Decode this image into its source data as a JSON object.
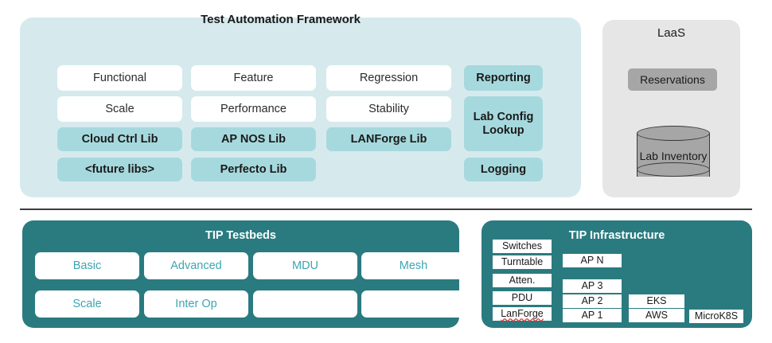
{
  "diagram": {
    "title_hidden": "TIP Test Automation Architecture"
  },
  "test_automation_framework": {
    "title": "Test Automation Framework",
    "columns": [
      {
        "name": "column-1",
        "items": [
          {
            "label": "Functional",
            "style": "white"
          },
          {
            "label": "Scale",
            "style": "white"
          },
          {
            "label": "Cloud Ctrl Lib",
            "style": "teal"
          },
          {
            "label": "<future libs>",
            "style": "teal"
          }
        ]
      },
      {
        "name": "column-2",
        "items": [
          {
            "label": "Feature",
            "style": "white"
          },
          {
            "label": "Performance",
            "style": "white"
          },
          {
            "label": "AP NOS Lib",
            "style": "teal"
          },
          {
            "label": "Perfecto Lib",
            "style": "teal"
          }
        ]
      },
      {
        "name": "column-3",
        "items": [
          {
            "label": "Regression",
            "style": "white"
          },
          {
            "label": "Stability",
            "style": "white"
          },
          {
            "label": "LANForge Lib",
            "style": "teal"
          }
        ]
      },
      {
        "name": "column-4",
        "items": [
          {
            "label": "Reporting",
            "style": "teal"
          },
          {
            "label": "Lab Config Lookup",
            "style": "teal"
          },
          {
            "label": "Logging",
            "style": "teal"
          }
        ]
      }
    ]
  },
  "laas": {
    "title": "LaaS",
    "reservations_label": "Reservations",
    "inventory_label": "Lab Inventory"
  },
  "tip_testbeds": {
    "title": "TIP Testbeds",
    "items": [
      "Basic",
      "Advanced",
      "MDU",
      "Mesh",
      "Scale",
      "Inter Op",
      "",
      ""
    ]
  },
  "tip_infrastructure": {
    "title": "TIP Infrastructure",
    "equipment": [
      "Switches",
      "Turntable",
      "Atten.",
      "PDU",
      "LanForge"
    ],
    "access_points": [
      "AP N",
      "AP 3",
      "AP 2",
      "AP 1"
    ],
    "cloud": [
      "EKS",
      "AWS"
    ],
    "kubernetes": [
      "MicroK8S"
    ],
    "spellcheck_flagged": "LanForge"
  },
  "colors": {
    "panel_light_teal": "#d6eaee",
    "box_teal": "#a6d9dd",
    "panel_dark_teal": "#2a7b80",
    "testbed_text_teal": "#3ba6b3",
    "laas_panel_gray": "#e6e6e6",
    "laas_box_gray": "#a6a6a6",
    "divider": "#3d3d3d",
    "white": "#ffffff"
  }
}
